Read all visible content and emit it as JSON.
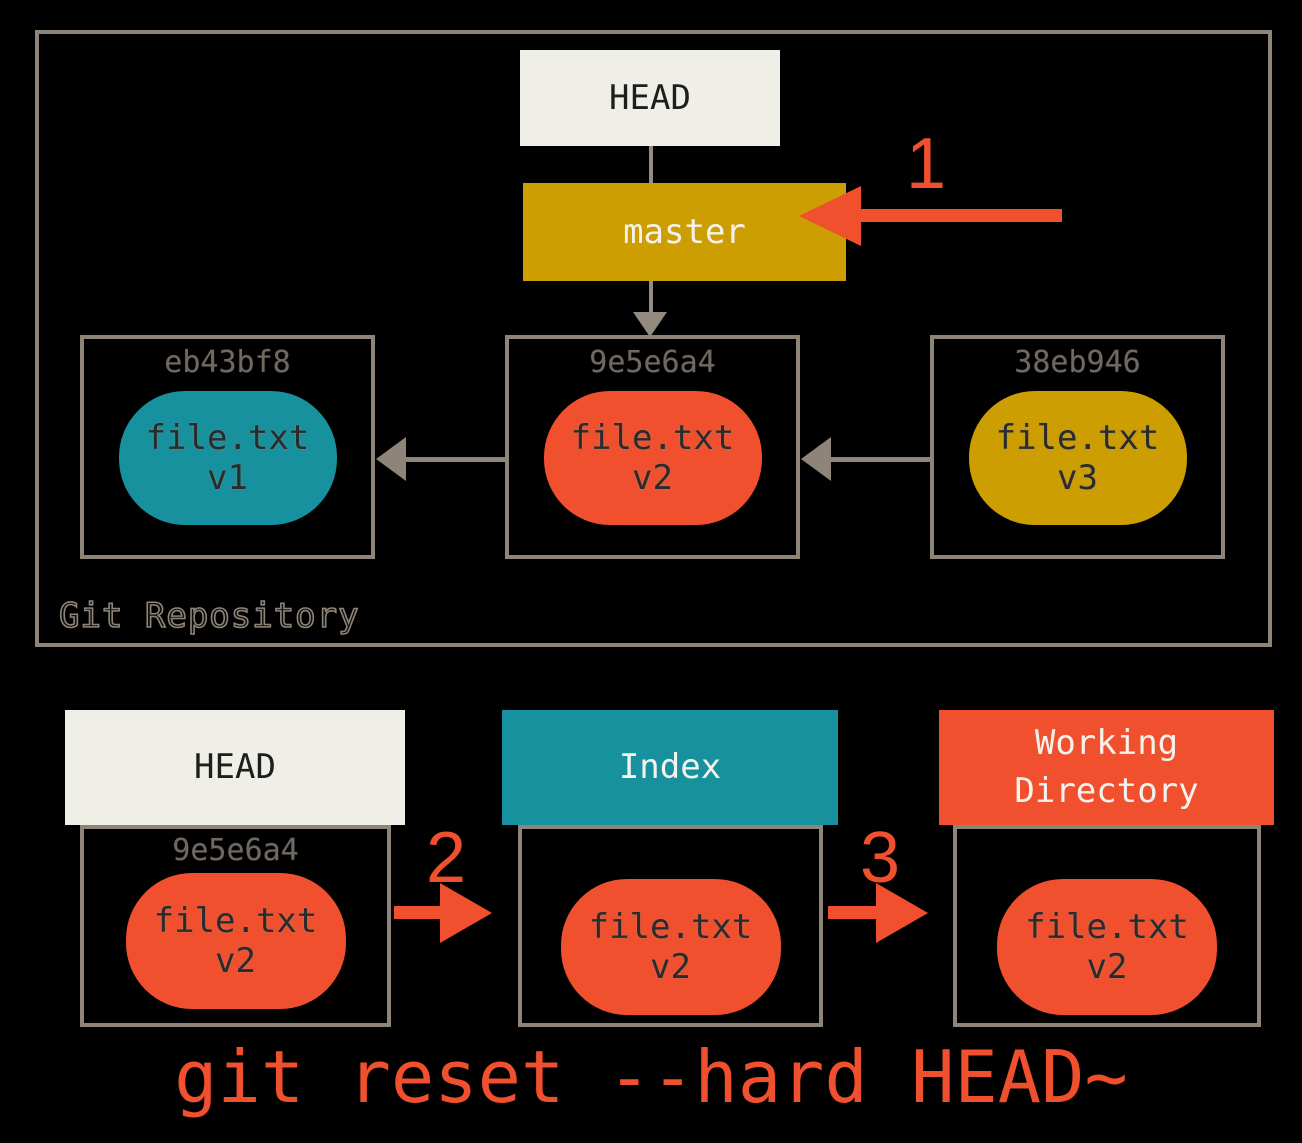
{
  "colors": {
    "background": "#000000",
    "box_border": "#8e8477",
    "arrow_gray": "#938b80",
    "cream": "#f0efe7",
    "gold": "#cc9e01",
    "teal": "#17919d",
    "red": "#f0502e"
  },
  "repository": {
    "label": "Git Repository",
    "head": {
      "label": "HEAD"
    },
    "branch": {
      "label": "master"
    },
    "commits": [
      {
        "hash": "eb43bf8",
        "file": "file.txt",
        "version": "v1",
        "color": "#17919d"
      },
      {
        "hash": "9e5e6a4",
        "file": "file.txt",
        "version": "v2",
        "color": "#f0502e"
      },
      {
        "hash": "38eb946",
        "file": "file.txt",
        "version": "v3",
        "color": "#cc9e01"
      }
    ]
  },
  "steps": {
    "one": "1",
    "two": "2",
    "three": "3"
  },
  "areas": {
    "head": {
      "title": "HEAD",
      "hash": "9e5e6a4",
      "file": "file.txt",
      "version": "v2",
      "header_color": "#f0efe7",
      "blob_color": "#f0502e"
    },
    "index": {
      "title": "Index",
      "file": "file.txt",
      "version": "v2",
      "header_color": "#17919d",
      "blob_color": "#f0502e"
    },
    "working_directory": {
      "title": "Working Directory",
      "file": "file.txt",
      "version": "v2",
      "header_color": "#f0502e",
      "blob_color": "#f0502e"
    }
  },
  "caption": "git reset --hard HEAD~"
}
